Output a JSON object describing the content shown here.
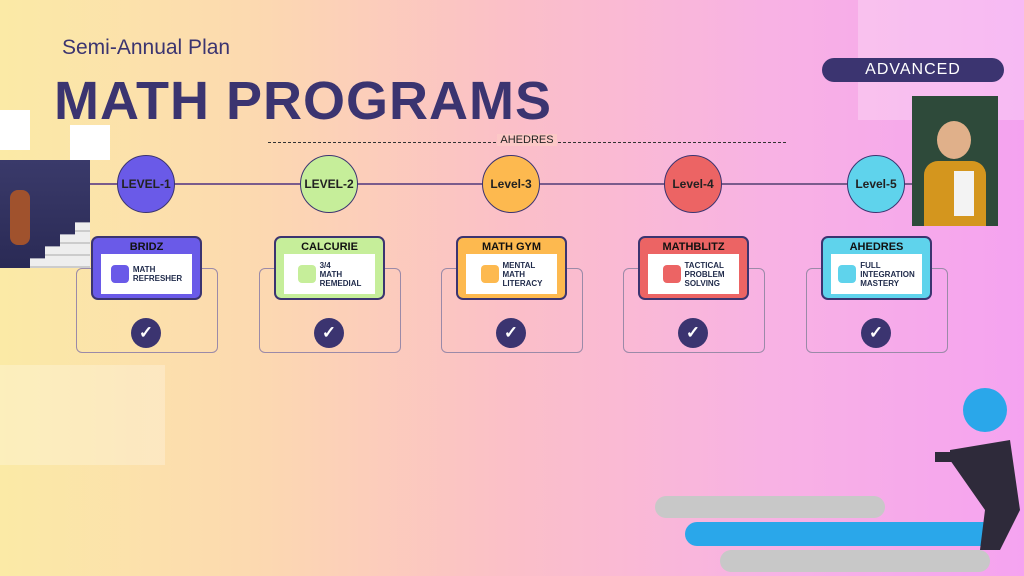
{
  "header": {
    "subtitle": "Semi-Annual Plan",
    "title": "MATH PROGRAMS",
    "badge": "ADVANCED",
    "divider_label": "AHEDRES"
  },
  "levels": [
    {
      "label": "LEVEL-1",
      "color": "#6a5ae8",
      "program": "BRIDZ",
      "desc": [
        "MATH",
        "REFRESHER"
      ],
      "icon": "math-symbols-icon",
      "completed": true
    },
    {
      "label": "LEVEL-2",
      "color": "#c6ee9a",
      "program": "CALCURIE",
      "desc": [
        "3/4",
        "MATH",
        "REMEDIAL"
      ],
      "icon": "shapes-icon",
      "completed": true
    },
    {
      "label": "Level-3",
      "color": "#fdb94f",
      "program": "MATH GYM",
      "desc": [
        "MENTAL",
        "MATH",
        "LITERACY"
      ],
      "icon": "brain-calculator-icon",
      "completed": true
    },
    {
      "label": "Level-4",
      "color": "#ec6464",
      "program": "MATHBLITZ",
      "desc": [
        "TACTICAL",
        "PROBLEM",
        "SOLVING"
      ],
      "icon": "puzzle-chart-icon",
      "completed": true
    },
    {
      "label": "Level-5",
      "color": "#5fd3ec",
      "program": "AHEDRES",
      "desc": [
        "FULL",
        "INTEGRATION",
        "MASTERY"
      ],
      "icon": "gear-infinity-icon",
      "completed": true
    }
  ]
}
